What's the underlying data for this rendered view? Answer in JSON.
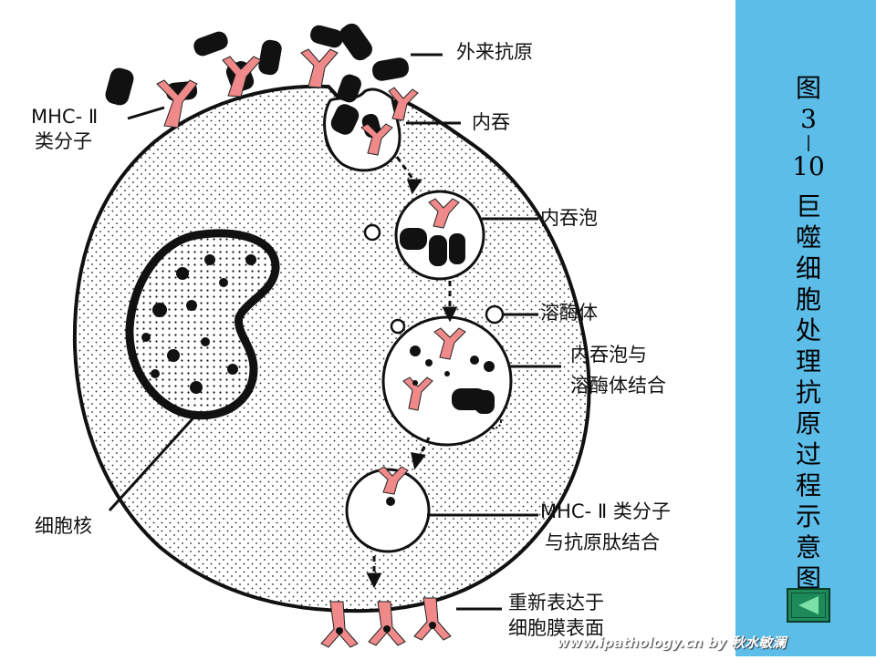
{
  "labels": {
    "foreign_antigen": "外来抗原",
    "mhc_ii_line1": "MHC- Ⅱ",
    "mhc_ii_line2": "类分子",
    "endocytosis": "内吞",
    "endosome": "内吞泡",
    "lysosome": "溶酶体",
    "endo_lyso_line1": "内吞泡与",
    "endo_lyso_line2": "溶酶体结合",
    "nucleus": "细胞核",
    "mhc_peptide_line1": "MHC- Ⅱ 类分子",
    "mhc_peptide_line2": "与抗原肽结合",
    "surface_line1": "重新表达于",
    "surface_line2": "细胞膜表面"
  },
  "figure_title": [
    "图",
    "3",
    "|",
    "10",
    "巨",
    "噬",
    "细",
    "胞",
    "处",
    "理",
    "抗",
    "原",
    "过",
    "程",
    "示",
    "意",
    "图"
  ],
  "watermark": "www.ipathology.cn  by 秋水敏澜",
  "colors": {
    "sidebar": "#5dbde9",
    "receptor": "#f08a8a",
    "antigen": "#111111",
    "back_button": "#1e8a5a"
  },
  "icons": {
    "back_button": "back-arrow-icon"
  }
}
